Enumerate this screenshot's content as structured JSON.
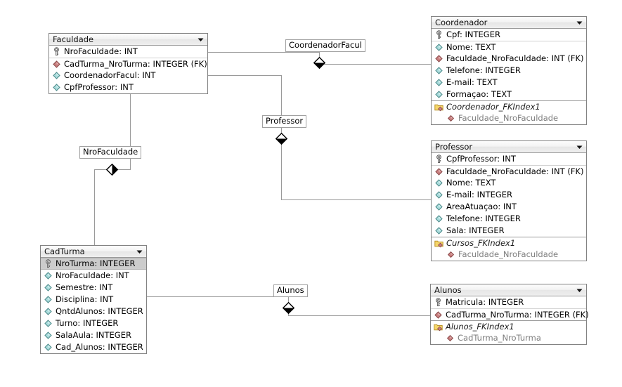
{
  "diagram": {
    "title": "ER Diagram",
    "background_color": "#ffffff",
    "line_color": "#9a9a9a",
    "pk_icon": "key-icon",
    "fk_icon": "red-diamond-icon",
    "column_icon": "cyan-diamond-icon",
    "index_icon": "index-folder-icon",
    "dropdown_icon": "chevron-down-icon",
    "relationship_icon": "relationship-diamond-icon"
  },
  "entities": [
    {
      "id": "faculdade",
      "name": "Faculdade",
      "columns": [
        {
          "icon": "key-icon",
          "label": "NroFaculdade: INT",
          "selected": false
        },
        {
          "icon": "red-diamond-icon",
          "label": "CadTurma_NroTurma: INTEGER (FK)",
          "selected": false
        },
        {
          "icon": "cyan-diamond-icon",
          "label": "CoordenadorFacul: INT",
          "selected": false
        },
        {
          "icon": "cyan-diamond-icon",
          "label": "CpfProfessor: INT",
          "selected": false
        }
      ],
      "indexes": []
    },
    {
      "id": "coordenador",
      "name": "Coordenador",
      "columns": [
        {
          "icon": "key-icon",
          "label": "Cpf: INTEGER",
          "selected": false
        },
        {
          "icon": "cyan-diamond-icon",
          "label": "Nome: TEXT",
          "selected": false
        },
        {
          "icon": "red-diamond-icon",
          "label": "Faculdade_NroFaculdade: INT (FK)",
          "selected": false
        },
        {
          "icon": "cyan-diamond-icon",
          "label": "Telefone: INTEGER",
          "selected": false
        },
        {
          "icon": "cyan-diamond-icon",
          "label": "E-mail: TEXT",
          "selected": false
        },
        {
          "icon": "cyan-diamond-icon",
          "label": "Formaçao: TEXT",
          "selected": false
        }
      ],
      "indexes": [
        {
          "name": "Coordenador_FKIndex1",
          "columns": [
            "Faculdade_NroFaculdade"
          ]
        }
      ]
    },
    {
      "id": "professor",
      "name": "Professor",
      "columns": [
        {
          "icon": "key-icon",
          "label": "CpfProfessor: INT",
          "selected": false
        },
        {
          "icon": "red-diamond-icon",
          "label": "Faculdade_NroFaculdade: INT (FK)",
          "selected": false
        },
        {
          "icon": "cyan-diamond-icon",
          "label": "Nome: TEXT",
          "selected": false
        },
        {
          "icon": "cyan-diamond-icon",
          "label": "E-mail: INTEGER",
          "selected": false
        },
        {
          "icon": "cyan-diamond-icon",
          "label": "AreaAtuaçao: INT",
          "selected": false
        },
        {
          "icon": "cyan-diamond-icon",
          "label": "Telefone: INTEGER",
          "selected": false
        },
        {
          "icon": "cyan-diamond-icon",
          "label": "Sala: INTEGER",
          "selected": false
        }
      ],
      "indexes": [
        {
          "name": "Cursos_FKIndex1",
          "columns": [
            "Faculdade_NroFaculdade"
          ]
        }
      ]
    },
    {
      "id": "cadturma",
      "name": "CadTurma",
      "columns": [
        {
          "icon": "key-icon",
          "label": "NroTurma: INTEGER",
          "selected": true
        },
        {
          "icon": "cyan-diamond-icon",
          "label": "NroFaculdade: INT",
          "selected": false
        },
        {
          "icon": "cyan-diamond-icon",
          "label": "Semestre: INT",
          "selected": false
        },
        {
          "icon": "cyan-diamond-icon",
          "label": "Disciplina: INT",
          "selected": false
        },
        {
          "icon": "cyan-diamond-icon",
          "label": "QntdAlunos: INTEGER",
          "selected": false
        },
        {
          "icon": "cyan-diamond-icon",
          "label": "Turno: INTEGER",
          "selected": false
        },
        {
          "icon": "cyan-diamond-icon",
          "label": "SalaAula: INTEGER",
          "selected": false
        },
        {
          "icon": "cyan-diamond-icon",
          "label": "Cad_Alunos: INTEGER",
          "selected": false
        }
      ],
      "indexes": []
    },
    {
      "id": "alunos",
      "name": "Alunos",
      "columns": [
        {
          "icon": "key-icon",
          "label": "Matricula: INTEGER",
          "selected": false
        },
        {
          "icon": "red-diamond-icon",
          "label": "CadTurma_NroTurma: INTEGER (FK)",
          "selected": false
        }
      ],
      "indexes": [
        {
          "name": "Alunos_FKIndex1",
          "columns": [
            "CadTurma_NroTurma"
          ]
        }
      ]
    }
  ],
  "relationships": [
    {
      "id": "rel-coordenadorfacul",
      "label": "CoordenadorFacul"
    },
    {
      "id": "rel-professor",
      "label": "Professor"
    },
    {
      "id": "rel-nrofaculdade",
      "label": "NroFaculdade"
    },
    {
      "id": "rel-alunos",
      "label": "Alunos"
    }
  ]
}
